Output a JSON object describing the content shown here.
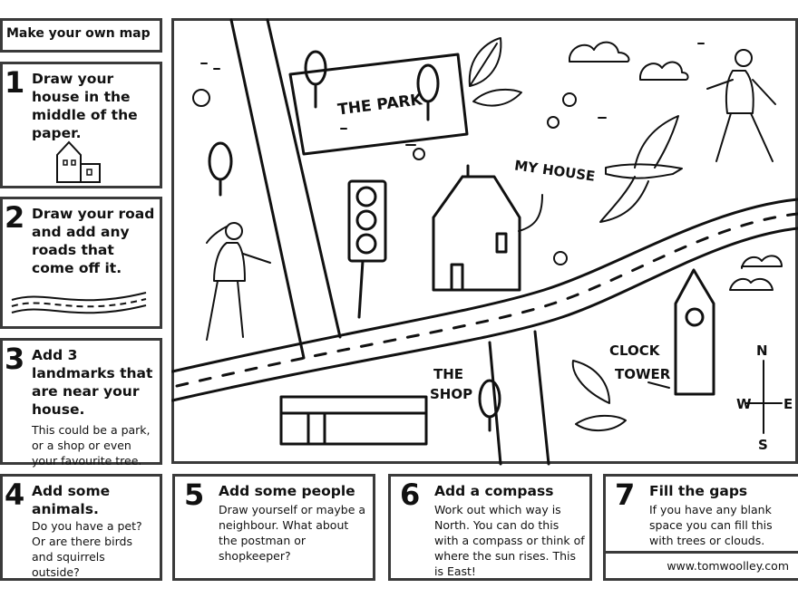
{
  "title": "Make your own map",
  "steps": [
    {
      "num": "1",
      "head": "Draw your house in the middle of the paper.",
      "body": ""
    },
    {
      "num": "2",
      "head": "Draw your road and add any roads that come off it.",
      "body": ""
    },
    {
      "num": "3",
      "head": "Add 3 landmarks that are near your house.",
      "body": "This could be a park, or a shop or even your favourite tree."
    },
    {
      "num": "4",
      "head": "Add some animals.",
      "body": "Do you have a pet? Or are there birds and squirrels outside?"
    },
    {
      "num": "5",
      "head": "Add some people",
      "body": "Draw yourself or maybe a neighbour. What about the postman or shopkeeper?"
    },
    {
      "num": "6",
      "head": "Add a compass",
      "body": "Work out which way is North. You can do this with a compass or think of where the sun rises. This is East!"
    },
    {
      "num": "7",
      "head": "Fill the gaps",
      "body": "If you have any blank space you can fill this with trees or clouds."
    }
  ],
  "website": "www.tomwoolley.com",
  "map_labels": {
    "park": "THE PARK",
    "house": "MY HOUSE",
    "shop_1": "THE",
    "shop_2": "SHOP",
    "clock_1": "CLOCK",
    "clock_2": "TOWER",
    "n": "N",
    "w": "W",
    "e": "E",
    "s": "S"
  }
}
